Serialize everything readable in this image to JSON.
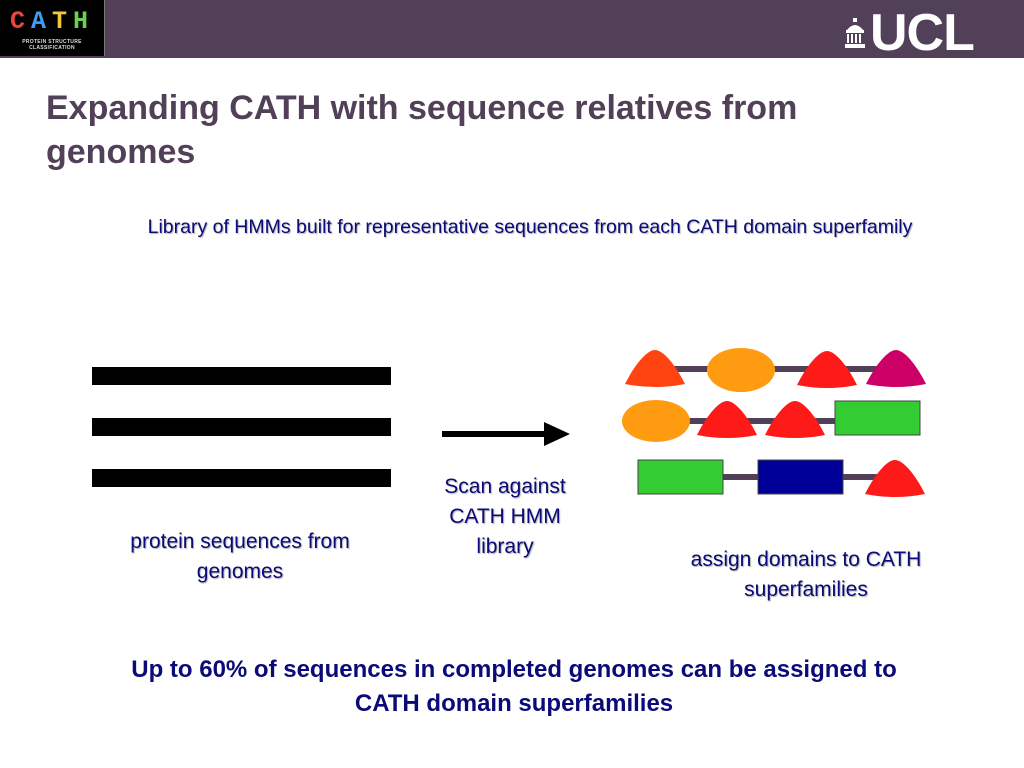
{
  "header": {
    "logo_text": "CATH",
    "logo_letters": [
      "C",
      "A",
      "T",
      "H"
    ],
    "logo_letter_colors": [
      "#e8453c",
      "#3f9cf0",
      "#f0c83c",
      "#6ad24e"
    ],
    "logo_subtitle": "PROTEIN STRUCTURE CLASSIFICATION",
    "ucl_logo_text": "UCL",
    "bar_color": "#524058"
  },
  "slide": {
    "title": "Expanding CATH with sequence relatives from genomes",
    "subtitle": "Library of HMMs built for representative sequences from each CATH domain superfamily",
    "label_sequences": "protein sequences from genomes",
    "label_scan": "Scan against CATH HMM library",
    "label_assign": "assign domains to CATH superfamilies",
    "bottom_note": "Up to 60% of sequences in completed genomes can be assigned to CATH domain superfamilies"
  },
  "colors": {
    "text_primary": "#0a0a78",
    "title": "#524058",
    "domain_red": "#ff1a1a",
    "domain_orangered": "#ff4411",
    "domain_orange": "#ff9b10",
    "domain_magenta": "#cc0066",
    "domain_green": "#33cc33",
    "domain_navy": "#000099",
    "linker": "#524058"
  },
  "diagram": {
    "sequence_bar_count": 3,
    "domain_rows": [
      [
        "triangle-orangered",
        "ellipse-orange",
        "triangle-red",
        "triangle-magenta"
      ],
      [
        "ellipse-orange",
        "triangle-red",
        "triangle-red",
        "rect-green"
      ],
      [
        "rect-green",
        "rect-navy",
        "triangle-red"
      ]
    ]
  }
}
